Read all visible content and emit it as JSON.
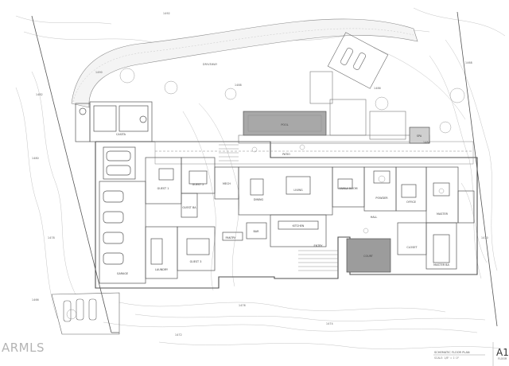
{
  "watermark": "ARMLS",
  "title_block": {
    "drawing_title": "SCHEMATIC FLOOR PLAN",
    "scale": "SCALE: 1/8\" = 1'-0\"",
    "sheet_number": "A1",
    "sheet_label": "FLOOR"
  },
  "site": {
    "driveway_label": "DRIVEWAY",
    "contours": [
      "1492",
      "1490",
      "1488",
      "1486",
      "1484",
      "1482",
      "1480",
      "1478",
      "1476",
      "1474",
      "1472",
      "1470",
      "1468",
      "1466"
    ]
  },
  "rooms": {
    "pool": "POOL",
    "patio": "PATIO",
    "living": "LIVING",
    "dining": "DINING",
    "kitchen": "KITCHEN",
    "bar": "BAR",
    "family_room": "FAMILY ROOM",
    "powder": "POWDER",
    "guest_1": "GUEST 1",
    "guest_2": "GUEST 2",
    "guest_3": "GUEST 3",
    "guest_bath": "GUEST BA",
    "garage": "GARAGE",
    "laundry": "LAUNDRY",
    "pantry": "PANTRY",
    "casita": "CASITA",
    "office": "OFFICE",
    "master_bed": "MASTER",
    "master_bath": "MASTER BA",
    "closet": "CLOSET",
    "hall": "HALL",
    "entry": "ENTRY",
    "courtyard": "COURT",
    "mech": "MECH",
    "spa": "SPA"
  },
  "colors": {
    "line": "#6a6a6a",
    "light": "#b9b9b9",
    "pool_fill": "#a8a8a8",
    "court_fill": "#9c9c9c",
    "drive_fill": "#efefef"
  }
}
